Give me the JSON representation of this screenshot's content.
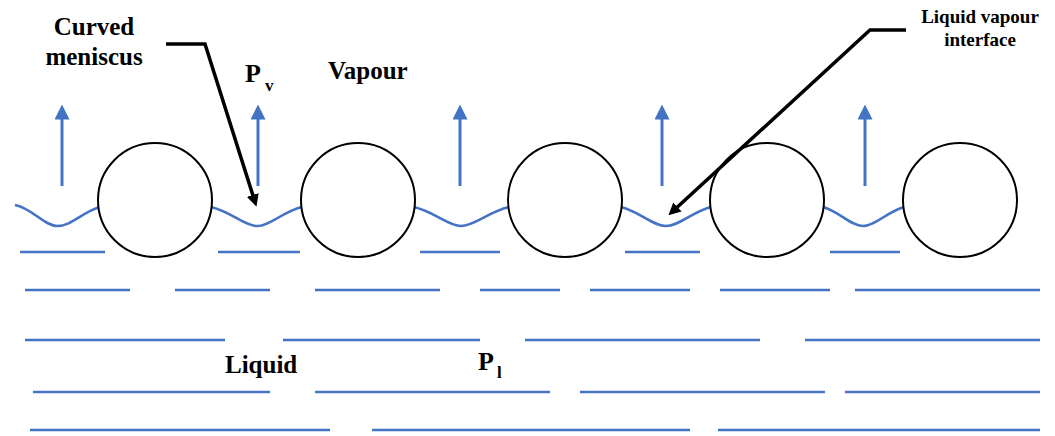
{
  "diagram": {
    "labels": [
      "Curved meniscus",
      "P",
      "v",
      "Vapour",
      "Liquid vapour interface",
      "Liquid",
      "P",
      "l"
    ]
  }
}
